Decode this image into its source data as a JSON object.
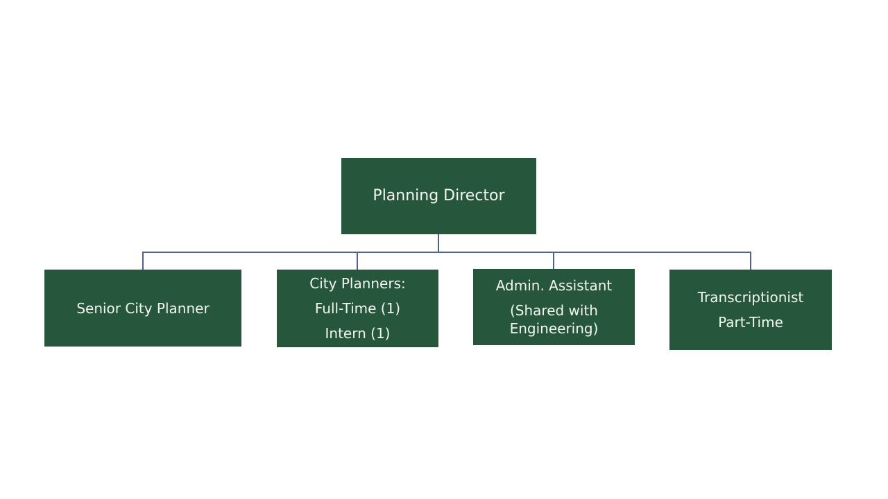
{
  "orgchart": {
    "title_node": {
      "label": "Planning Director"
    },
    "children": [
      {
        "id": "senior-city-planner",
        "lines": [
          "Senior City Planner"
        ]
      },
      {
        "id": "city-planners",
        "lines": [
          "City Planners:",
          "Full-Time (1)",
          "Intern (1)"
        ]
      },
      {
        "id": "admin-assistant",
        "lines": [
          "Admin. Assistant",
          "(Shared with Engineering)"
        ]
      },
      {
        "id": "transcriptionist",
        "lines": [
          "Transcriptionist",
          "Part-Time"
        ]
      }
    ],
    "colors": {
      "box_fill": "#26573c",
      "box_text": "#f2f6f1",
      "connector": "#4f6190",
      "background": "#ffffff"
    }
  }
}
